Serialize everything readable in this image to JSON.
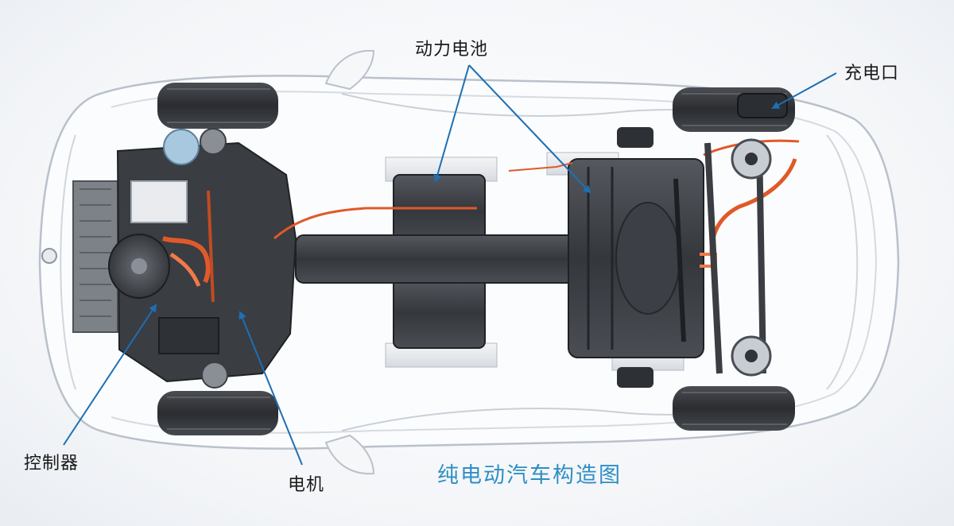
{
  "labels": {
    "battery": "动力电池",
    "charge_port": "充电口",
    "controller": "控制器",
    "motor": "电机"
  },
  "caption": "纯电动汽车构造图",
  "colors": {
    "caption": "#2e8fc4",
    "callout_line": "#1e6fb3",
    "high_voltage_cable": "#e0592a",
    "battery_pack": "#2c2f33"
  }
}
